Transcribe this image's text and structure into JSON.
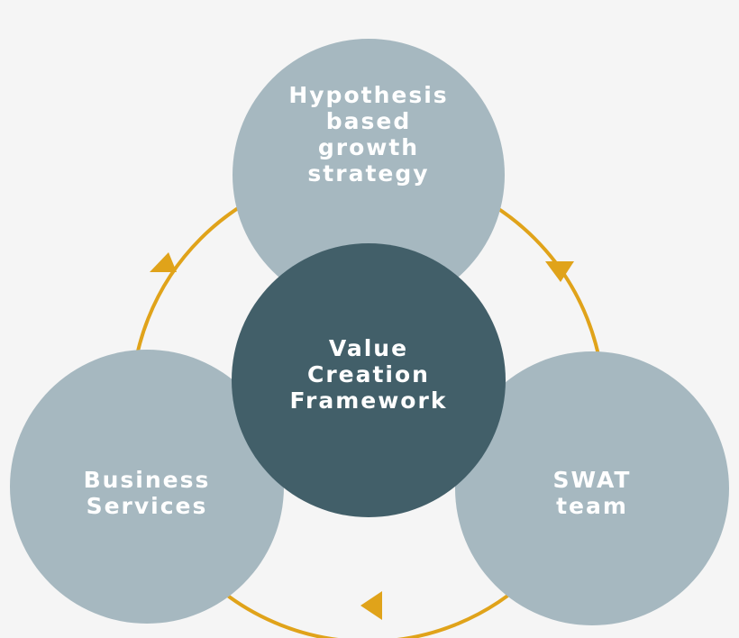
{
  "colors": {
    "background": "#f5f5f5",
    "outer_circle": "#a6b8c0",
    "center_circle": "#425f69",
    "cycle_arrow": "#e0a31a",
    "text": "#ffffff"
  },
  "nodes": {
    "top": {
      "lines": [
        "Hypothesis",
        "based",
        "growth",
        "strategy"
      ]
    },
    "center": {
      "lines": [
        "Value",
        "Creation",
        "Framework"
      ]
    },
    "left": {
      "lines": [
        "Business",
        "Services"
      ]
    },
    "right": {
      "lines": [
        "SWAT",
        "team"
      ]
    }
  },
  "cycle": {
    "direction": "clockwise",
    "arrowheads": [
      "top-to-right",
      "right-to-left",
      "left-to-top"
    ]
  }
}
